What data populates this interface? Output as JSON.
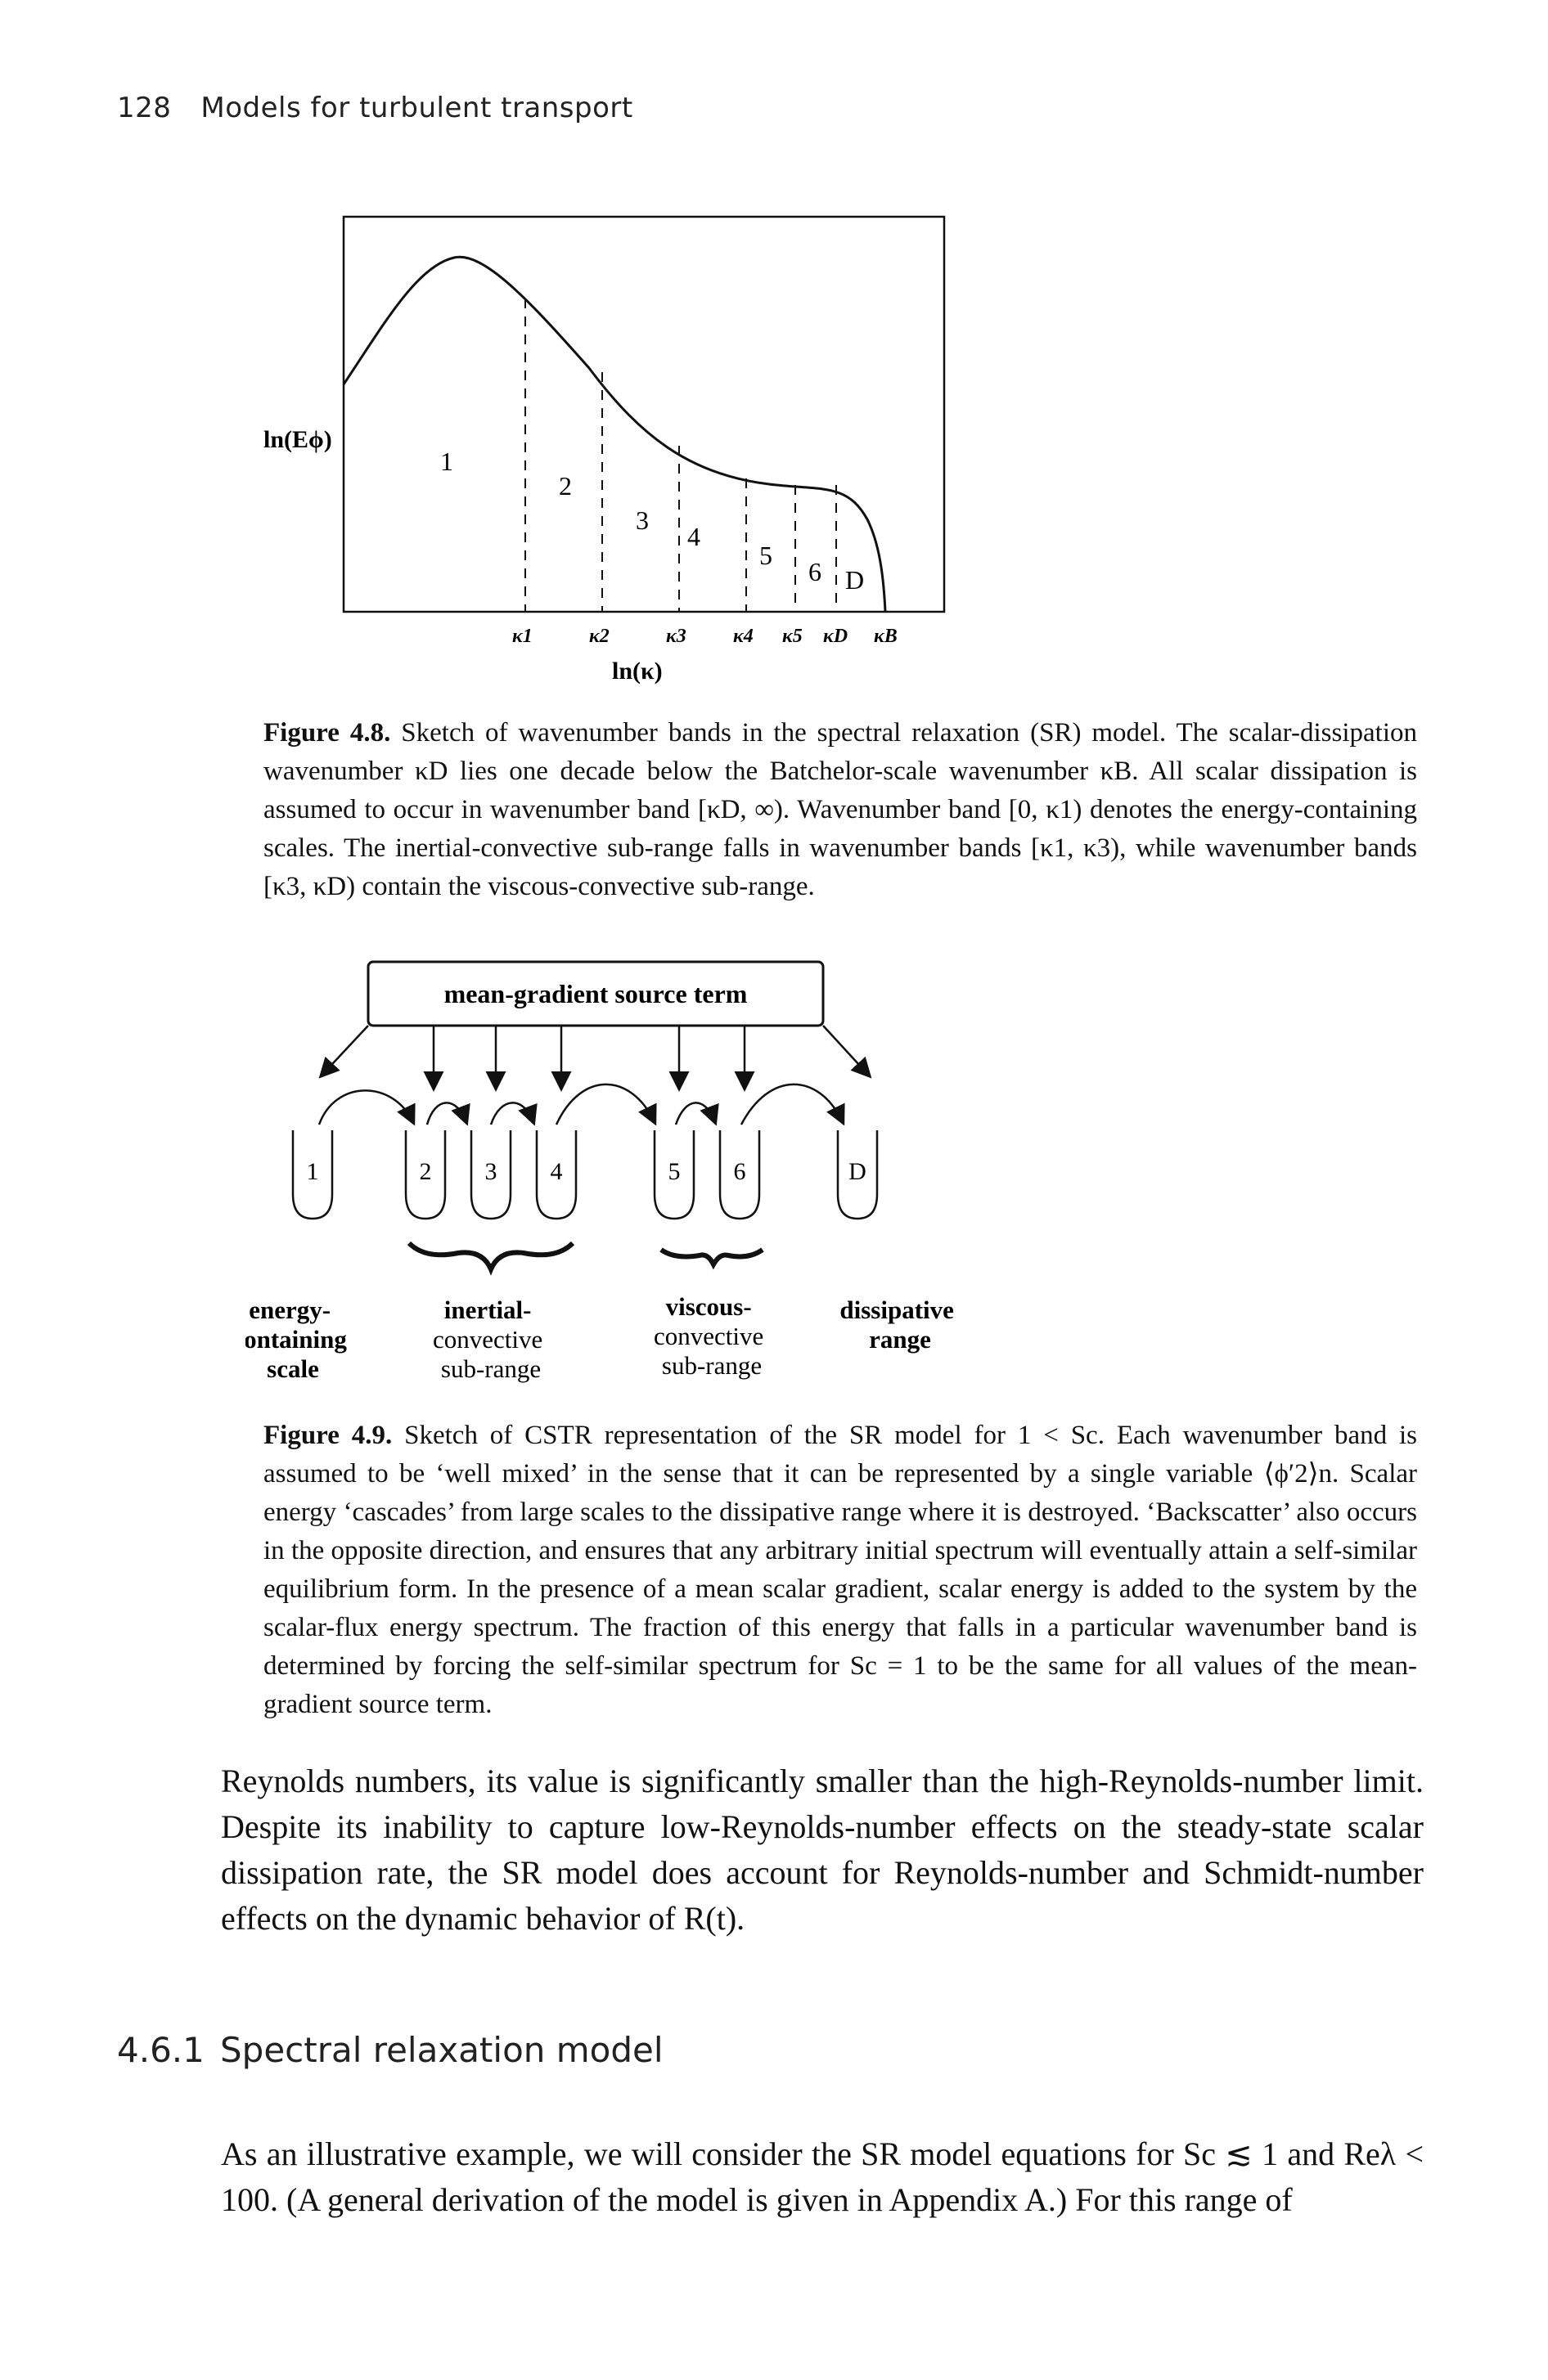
{
  "header": {
    "page_number": "128",
    "running_title": "Models for turbulent transport"
  },
  "figure1": {
    "y_axis_label": "ln(Eϕ)",
    "x_axis_label": "ln(κ)",
    "band_labels": [
      "1",
      "2",
      "3",
      "4",
      "5",
      "6",
      "D"
    ],
    "tick_labels": [
      "κ1",
      "κ2",
      "κ3",
      "κ4",
      "κ5",
      "κD",
      "κB"
    ],
    "caption_label": "Figure 4.8.",
    "caption_text": "Sketch of wavenumber bands in the spectral relaxation (SR) model. The scalar-dissipation wavenumber κD lies one decade below the Batchelor-scale wavenumber κB. All scalar dissipation is assumed to occur in wavenumber band [κD, ∞). Wavenumber band [0, κ1) denotes the energy-containing scales. The inertial-convective sub-range falls in wavenumber bands [κ1, κ3), while wavenumber bands [κ3, κD) contain the viscous-convective sub-range."
  },
  "figure2": {
    "source_box_label": "mean-gradient source term",
    "tank_labels": [
      "1",
      "2",
      "3",
      "4",
      "5",
      "6",
      "D"
    ],
    "groups": [
      {
        "line1": "energy-",
        "line2": "containing",
        "line3": "scale"
      },
      {
        "line1": "inertial-",
        "line2": "convective",
        "line3": "sub-range"
      },
      {
        "line1": "viscous-",
        "line2": "convective",
        "line3": "sub-range"
      },
      {
        "line1": "dissipative",
        "line2": "range",
        "line3": ""
      }
    ],
    "caption_label": "Figure 4.9.",
    "caption_text": "Sketch of CSTR representation of the SR model for 1 < Sc. Each wavenumber band is assumed to be ‘well mixed’ in the sense that it can be represented by a single variable ⟨ϕ′2⟩n. Scalar energy ‘cascades’ from large scales to the dissipative range where it is destroyed. ‘Backscatter’ also occurs in the opposite direction, and ensures that any arbitrary initial spectrum will eventually attain a self-similar equilibrium form. In the presence of a mean scalar gradient, scalar energy is added to the system by the scalar-flux energy spectrum. The fraction of this energy that falls in a particular wavenumber band is determined by forcing the self-similar spectrum for Sc = 1 to be the same for all values of the mean-gradient source term."
  },
  "paragraph1": "Reynolds numbers, its value is significantly smaller than the high-Reynolds-number limit. Despite its inability to capture low-Reynolds-number effects on the steady-state scalar dissipation rate, the SR model does account for Reynolds-number and Schmidt-number effects on the dynamic behavior of R(t).",
  "section": {
    "number": "4.6.1",
    "title": "Spectral relaxation model"
  },
  "paragraph2": "As an illustrative example, we will consider the SR model equations for Sc ≲ 1 and Reλ < 100. (A general derivation of the model is given in Appendix A.) For this range of"
}
